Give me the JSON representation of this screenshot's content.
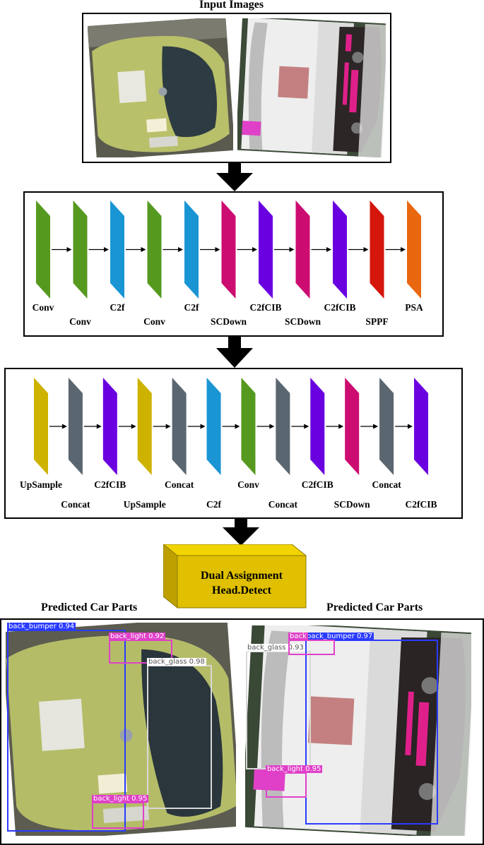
{
  "input_title": "Input Images",
  "backbone": {
    "layers": [
      {
        "label": "Conv",
        "color": "#56991f",
        "row": 0
      },
      {
        "label": "Conv",
        "color": "#56991f",
        "row": 1
      },
      {
        "label": "C2f",
        "color": "#1a95d4",
        "row": 0
      },
      {
        "label": "Conv",
        "color": "#56991f",
        "row": 1
      },
      {
        "label": "C2f",
        "color": "#1a95d4",
        "row": 0
      },
      {
        "label": "SCDown",
        "color": "#cc0c70",
        "row": 1
      },
      {
        "label": "C2fCIB",
        "color": "#6a00e0",
        "row": 0
      },
      {
        "label": "SCDown",
        "color": "#cc0c70",
        "row": 1
      },
      {
        "label": "C2fCIB",
        "color": "#6a00e0",
        "row": 0
      },
      {
        "label": "SPPF",
        "color": "#d4160d",
        "row": 1
      },
      {
        "label": "PSA",
        "color": "#e8670f",
        "row": 0
      }
    ]
  },
  "neck": {
    "layers": [
      {
        "label": "UpSample",
        "color": "#cdb300",
        "row": 0
      },
      {
        "label": "Concat",
        "color": "#5a6670",
        "row": 1
      },
      {
        "label": "C2fCIB",
        "color": "#6a00e0",
        "row": 0
      },
      {
        "label": "UpSample",
        "color": "#cdb300",
        "row": 1
      },
      {
        "label": "Concat",
        "color": "#5a6670",
        "row": 0
      },
      {
        "label": "C2f",
        "color": "#1a95d4",
        "row": 1
      },
      {
        "label": "Conv",
        "color": "#56991f",
        "row": 0
      },
      {
        "label": "Concat",
        "color": "#5a6670",
        "row": 1
      },
      {
        "label": "C2fCIB",
        "color": "#6a00e0",
        "row": 0
      },
      {
        "label": "SCDown",
        "color": "#cc0c70",
        "row": 1
      },
      {
        "label": "Concat",
        "color": "#5a6670",
        "row": 0
      },
      {
        "label": "C2fCIB",
        "color": "#6a00e0",
        "row": 1
      }
    ]
  },
  "head": {
    "line1": "Dual Assignment",
    "line2": "Head.Detect",
    "color": "#e0c000"
  },
  "predicted": {
    "left_title": "Predicted Car Parts",
    "right_title": "Predicted Car Parts",
    "left_detections": [
      {
        "label": "back_bumper 0.94",
        "color": "#2a3bff"
      },
      {
        "label": "back_light 0.92",
        "color": "#e040c8"
      },
      {
        "label": "back_glass 0.98",
        "color": "#d8d8d8"
      },
      {
        "label": "back_light 0.95",
        "color": "#e040c8"
      }
    ],
    "right_detections": [
      {
        "label": "back_glass 0.93",
        "color": "#d8d8d8"
      },
      {
        "label": "back_bumper 0.97",
        "color": "#2a3bff"
      },
      {
        "label": "back_light 0.95",
        "color": "#e040c8"
      },
      {
        "label": "back",
        "color": "#e040c8"
      }
    ]
  },
  "colors": {
    "arrow": "#000000",
    "border": "#000000"
  }
}
